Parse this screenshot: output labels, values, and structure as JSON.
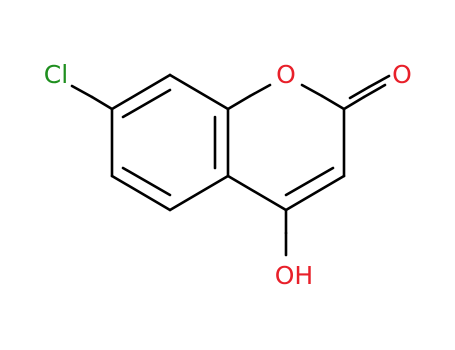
{
  "molecule": {
    "atoms": {
      "chlorine": {
        "label": "Cl",
        "color": "#1f8f1f"
      },
      "ring_oxygen": {
        "label": "O",
        "color": "#e8202a"
      },
      "carbonyl_oxygen": {
        "label": "O",
        "color": "#e8202a"
      },
      "hydroxyl": {
        "label": "OH",
        "color": "#e8202a"
      }
    },
    "bond_color": "#000000",
    "heteroatom_bond_color": "#e8202a",
    "halogen_bond_color": "#1f8f1f"
  }
}
